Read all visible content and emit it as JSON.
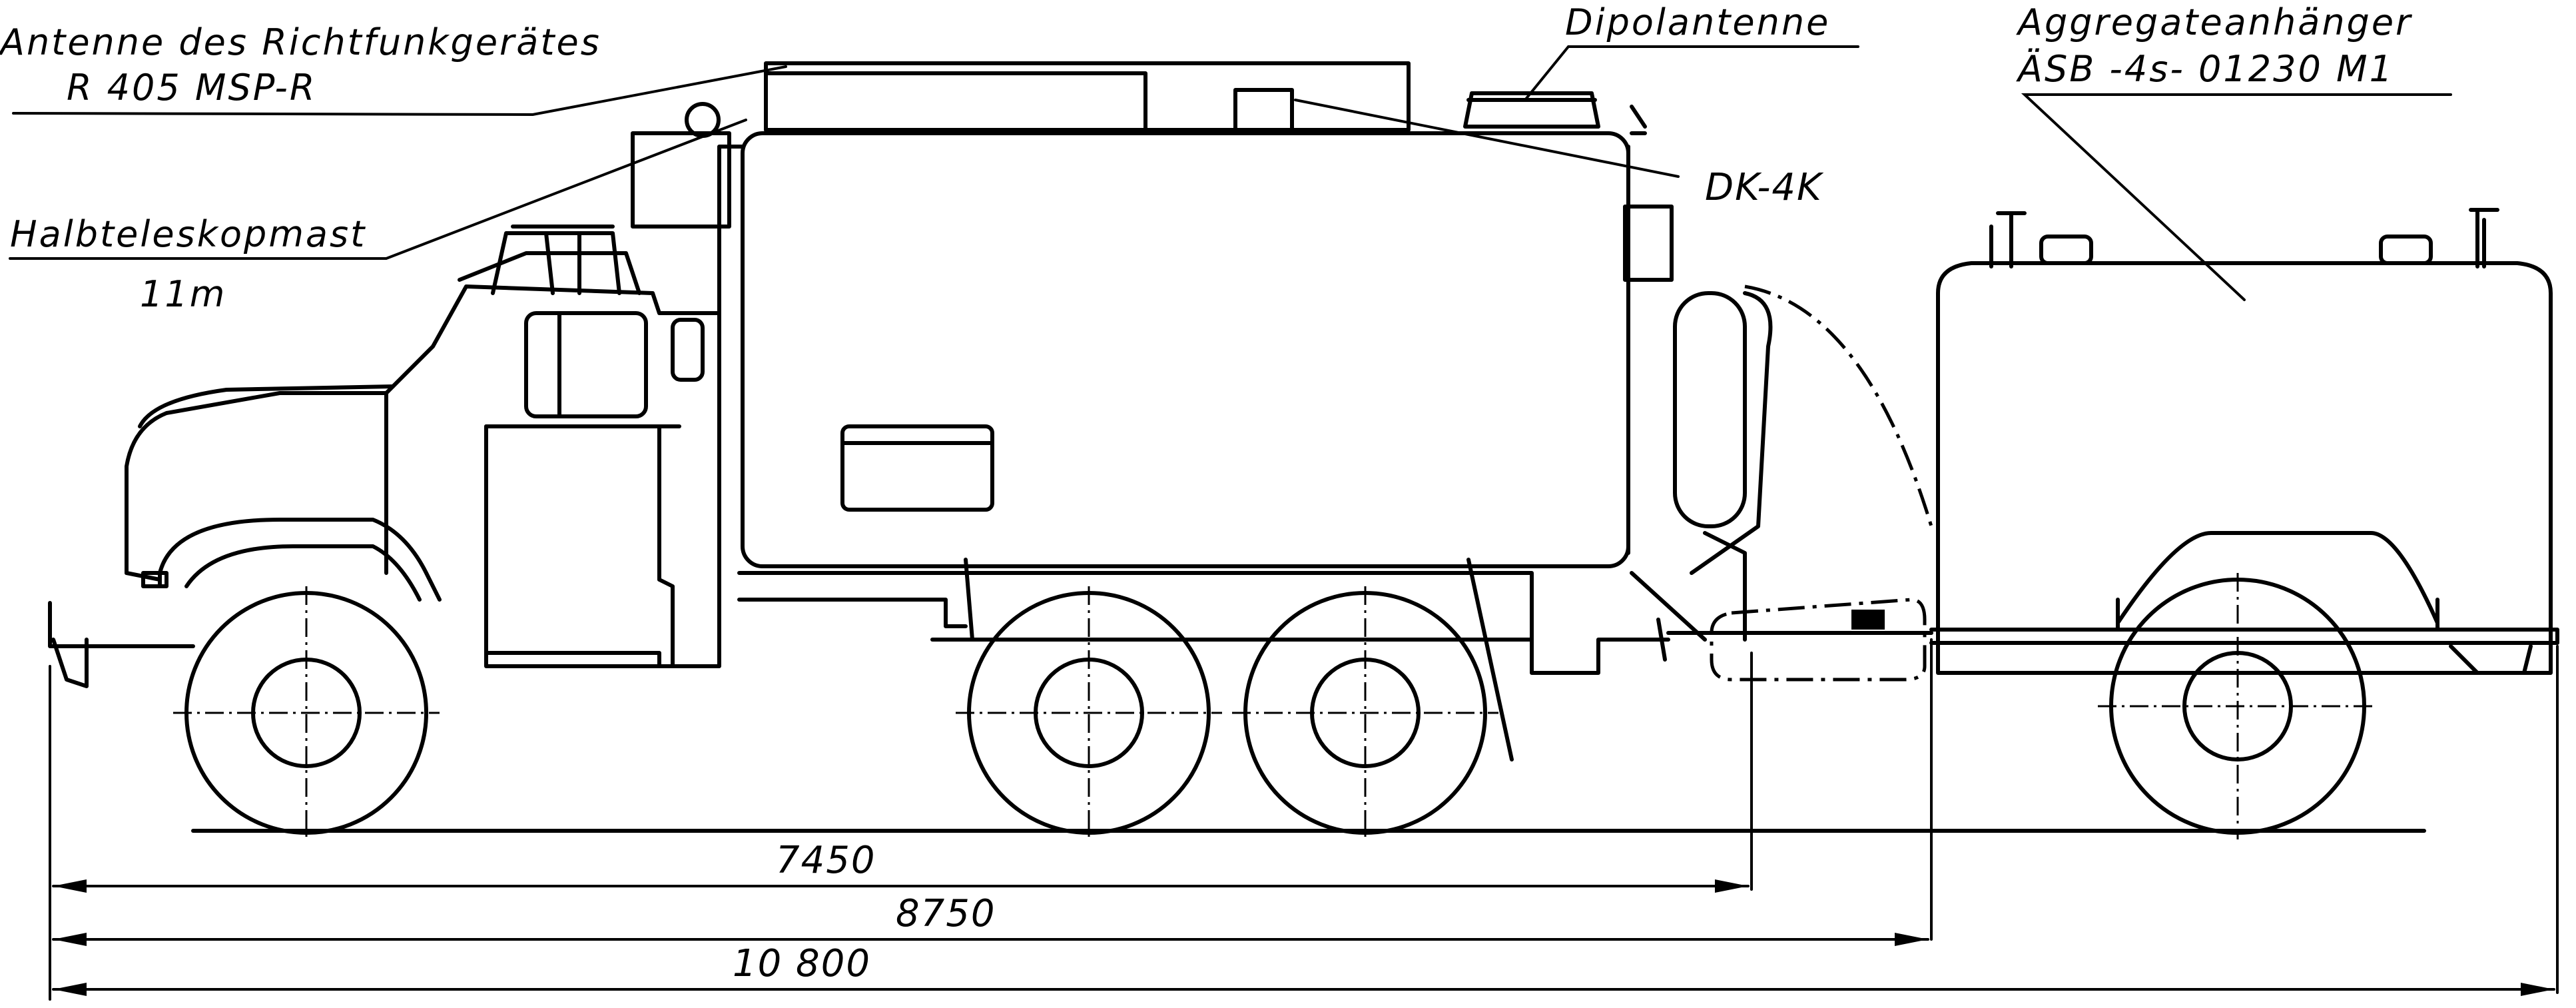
{
  "labels": {
    "radio_antenna_line1": "Antenne des Richtfunkgerätes",
    "radio_antenna_line2": "R 405 MSP-R",
    "dipole_antenna": "Dipolantenne",
    "generator_trailer_line1": "Aggregateanhänger",
    "generator_trailer_line2": "ÄSB -4s- 01230 M1",
    "telescopic_mast_line1": "Halbteleskopmast",
    "telescopic_mast_line2": "11m",
    "dk_antenna": "DK-4K"
  },
  "dimensions": {
    "d1": "7450",
    "d2": "8750",
    "d3": "10 800"
  }
}
